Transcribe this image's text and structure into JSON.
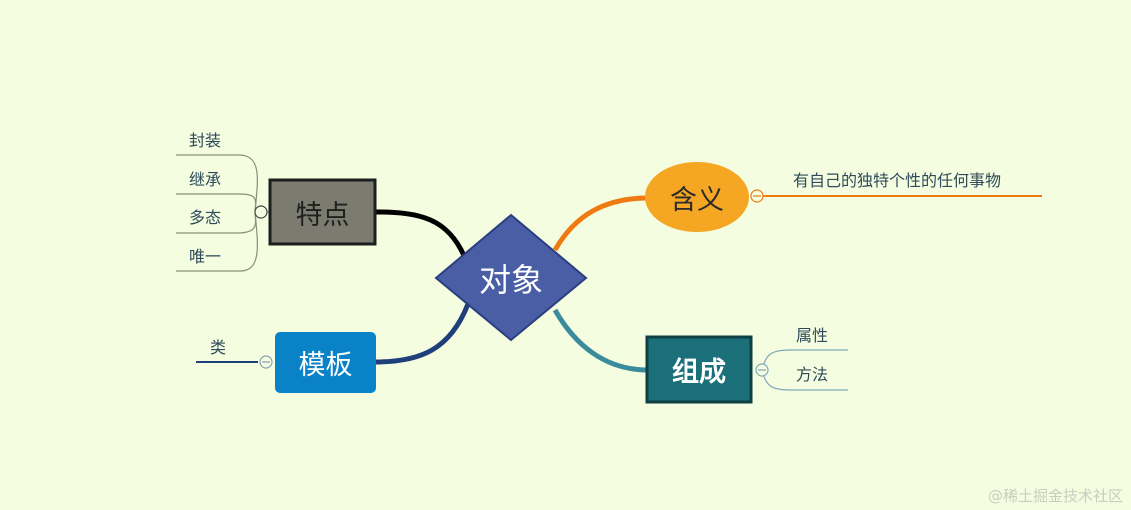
{
  "center": {
    "label": "对象",
    "color": "#4a5ea5"
  },
  "branches": {
    "features": {
      "label": "特点",
      "color": "#7b7b70",
      "children": [
        "封装",
        "继承",
        "多态",
        "唯一"
      ]
    },
    "template": {
      "label": "模板",
      "color": "#0a82c7",
      "children": [
        "类"
      ]
    },
    "meaning": {
      "label": "含义",
      "color": "#f5a623",
      "children": [
        "有自己的独特个性的任何事物"
      ]
    },
    "composition": {
      "label": "组成",
      "color": "#1a6f78",
      "children": [
        "属性",
        "方法"
      ]
    }
  },
  "colors": {
    "background": "#f4fde0",
    "features_line": "#000000",
    "template_line": "#1f3f7a",
    "meaning_line": "#f07a12",
    "composition_line": "#3a8c9c"
  },
  "watermark": "@稀土掘金技术社区"
}
